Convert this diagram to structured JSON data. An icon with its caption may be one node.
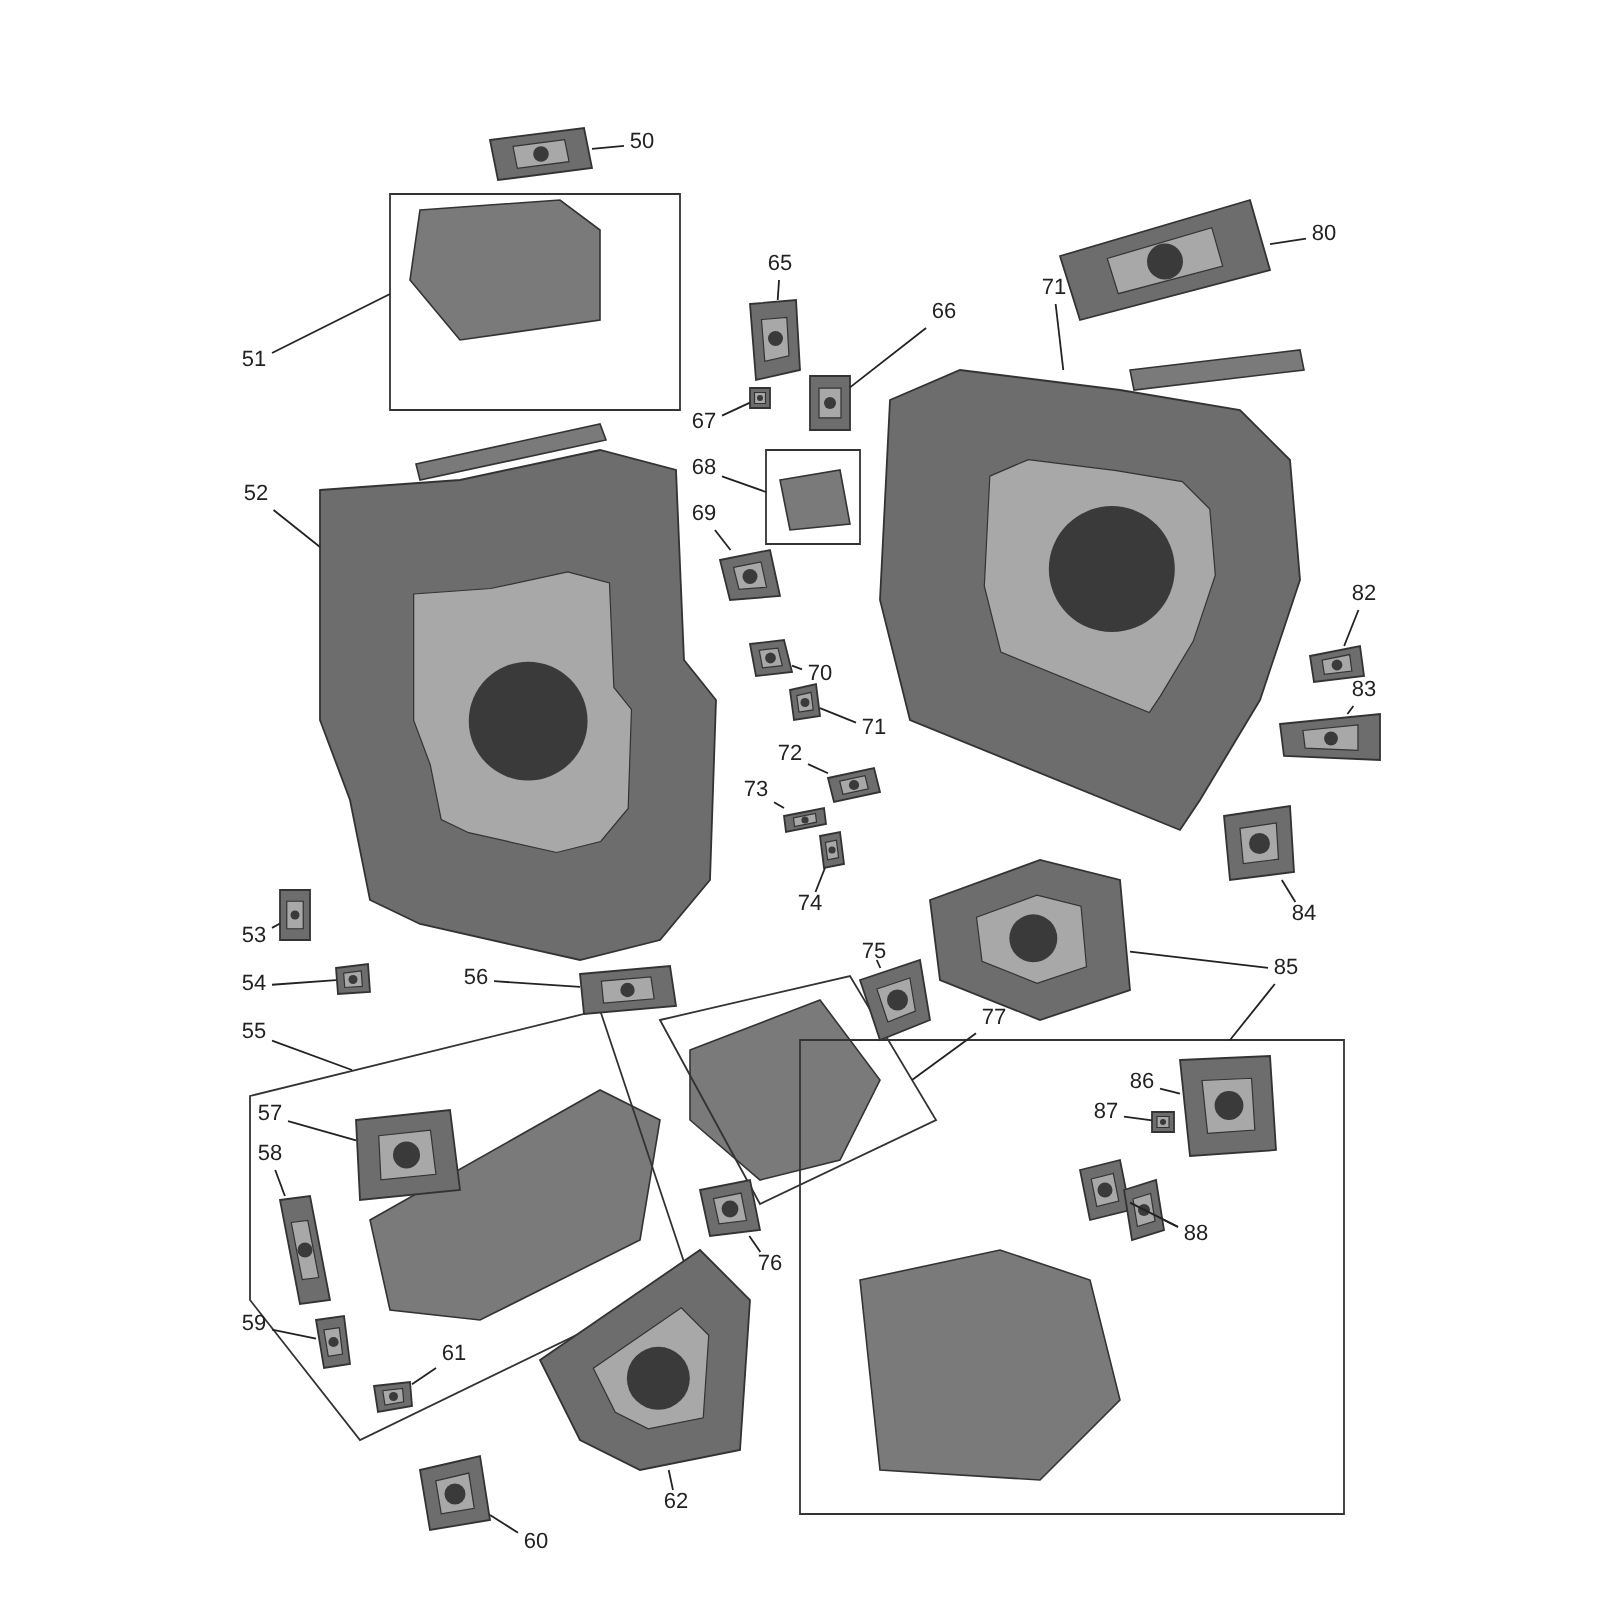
{
  "diagram": {
    "nodes": [
      {
        "text": [],
        "shape": "box"
      },
      {
        "text": [],
        "shape": "box"
      },
      {
        "text": [],
        "shape": "box"
      },
      {
        "text": [],
        "shape": "box"
      },
      {
        "text": [],
        "shape": "box"
      },
      {
        "text": [
          "50"
        ]
      },
      {
        "text": [
          "80"
        ]
      },
      {
        "text": [
          "65"
        ]
      },
      {
        "text": [
          "71"
        ]
      },
      {
        "text": [
          "51"
        ]
      },
      {
        "text": [
          "66"
        ]
      },
      {
        "text": [
          "67"
        ]
      },
      {
        "text": [
          "68"
        ]
      },
      {
        "text": [
          "52"
        ]
      },
      {
        "text": [
          "69"
        ]
      },
      {
        "text": [
          "82"
        ]
      },
      {
        "text": [
          "70"
        ]
      },
      {
        "text": [
          "83"
        ]
      },
      {
        "text": [
          "71"
        ]
      },
      {
        "text": [
          "72"
        ]
      },
      {
        "text": [
          "73"
        ]
      },
      {
        "text": [
          "74"
        ]
      },
      {
        "text": [
          "84"
        ]
      },
      {
        "text": [
          "53"
        ]
      },
      {
        "text": [
          "75"
        ]
      },
      {
        "text": [
          "85"
        ]
      },
      {
        "text": [
          "54"
        ]
      },
      {
        "text": [
          "56"
        ]
      },
      {
        "text": [
          "55"
        ]
      },
      {
        "text": [
          "77"
        ]
      },
      {
        "text": [
          "86"
        ],
        "in": 4
      },
      {
        "text": [
          "87"
        ],
        "in": 4
      },
      {
        "text": [
          "57"
        ],
        "in": 2
      },
      {
        "text": [
          "58"
        ],
        "in": 2
      },
      {
        "text": [
          "88"
        ],
        "in": 4
      },
      {
        "text": [
          "76"
        ]
      },
      {
        "text": [
          "59"
        ]
      },
      {
        "text": [
          "61"
        ],
        "in": 2
      },
      {
        "text": [
          "62"
        ]
      },
      {
        "text": [
          "60"
        ]
      },
      {
        "text": [],
        "shape": "picture"
      },
      {
        "text": [],
        "shape": "picture"
      },
      {
        "text": [],
        "shape": "picture"
      },
      {
        "text": [],
        "shape": "picture"
      },
      {
        "text": [],
        "shape": "picture"
      },
      {
        "text": [],
        "shape": "picture"
      },
      {
        "text": [],
        "shape": "picture"
      },
      {
        "text": [],
        "shape": "picture"
      },
      {
        "text": [],
        "shape": "picture"
      },
      {
        "text": [],
        "shape": "picture"
      },
      {
        "text": [],
        "shape": "picture"
      },
      {
        "text": [],
        "shape": "picture"
      },
      {
        "text": [],
        "shape": "picture"
      },
      {
        "text": [],
        "shape": "picture"
      },
      {
        "text": [],
        "shape": "picture"
      },
      {
        "text": [],
        "shape": "picture"
      },
      {
        "text": [],
        "shape": "picture"
      },
      {
        "text": [],
        "shape": "picture"
      },
      {
        "text": [],
        "shape": "picture"
      },
      {
        "text": [],
        "shape": "picture"
      },
      {
        "text": [],
        "shape": "picture"
      },
      {
        "text": [],
        "shape": "picture",
        "in": 4
      },
      {
        "text": [],
        "shape": "picture",
        "in": 4
      },
      {
        "text": [],
        "shape": "picture",
        "in": 2
      },
      {
        "text": [],
        "shape": "picture",
        "in": 2
      },
      {
        "text": [],
        "shape": "picture",
        "in": 4
      },
      {
        "text": [],
        "shape": "picture",
        "in": 4
      },
      {
        "text": [],
        "shape": "picture"
      },
      {
        "text": [],
        "shape": "picture",
        "in": 2
      },
      {
        "text": [],
        "shape": "picture",
        "in": 2
      },
      {
        "text": [],
        "shape": "picture"
      },
      {
        "text": [],
        "shape": "picture"
      }
    ],
    "edges": [
      {
        "from": 5,
        "to": 40,
        "arrow": "none"
      },
      {
        "from": 6,
        "to": 41,
        "arrow": "none"
      },
      {
        "from": 7,
        "to": 42,
        "arrow": "none"
      },
      {
        "from": 8,
        "to": 43,
        "arrow": "none"
      },
      {
        "from": 9,
        "to": 0,
        "arrow": "none"
      },
      {
        "from": 10,
        "to": 44,
        "arrow": "none"
      },
      {
        "from": 11,
        "to": 45,
        "arrow": "none"
      },
      {
        "from": 12,
        "to": 1,
        "arrow": "none"
      },
      {
        "from": 13,
        "to": 46,
        "arrow": "none"
      },
      {
        "from": 14,
        "to": 47,
        "arrow": "none"
      },
      {
        "from": 15,
        "to": 48,
        "arrow": "none"
      },
      {
        "from": 16,
        "to": 49,
        "arrow": "none"
      },
      {
        "from": 17,
        "to": 50,
        "arrow": "none"
      },
      {
        "from": 18,
        "to": 51,
        "arrow": "none"
      },
      {
        "from": 19,
        "to": 52,
        "arrow": "none"
      },
      {
        "from": 20,
        "to": 53,
        "arrow": "none"
      },
      {
        "from": 21,
        "to": 54,
        "arrow": "none"
      },
      {
        "from": 22,
        "to": 55,
        "arrow": "none"
      },
      {
        "from": 23,
        "to": 56,
        "arrow": "none"
      },
      {
        "from": 24,
        "to": 57,
        "arrow": "none"
      },
      {
        "from": 25,
        "to": 58,
        "arrow": "none"
      },
      {
        "from": 25,
        "to": 4,
        "arrow": "none"
      },
      {
        "from": 26,
        "to": 59,
        "arrow": "none"
      },
      {
        "from": 27,
        "to": 60,
        "arrow": "none"
      },
      {
        "from": 28,
        "to": 2,
        "arrow": "none"
      },
      {
        "from": 29,
        "to": 3,
        "arrow": "none"
      },
      {
        "from": 30,
        "to": 61,
        "arrow": "none"
      },
      {
        "from": 31,
        "to": 62,
        "arrow": "none"
      },
      {
        "from": 32,
        "to": 63,
        "arrow": "none"
      },
      {
        "from": 33,
        "to": 64,
        "arrow": "none"
      },
      {
        "from": 34,
        "to": 65,
        "arrow": "none"
      },
      {
        "from": 34,
        "to": 66,
        "arrow": "none"
      },
      {
        "from": 35,
        "to": 67,
        "arrow": "none"
      },
      {
        "from": 36,
        "to": 68,
        "arrow": "none"
      },
      {
        "from": 37,
        "to": 69,
        "arrow": "none"
      },
      {
        "from": 38,
        "to": 70,
        "arrow": "none"
      },
      {
        "from": 39,
        "to": 71,
        "arrow": "none"
      }
    ]
  }
}
